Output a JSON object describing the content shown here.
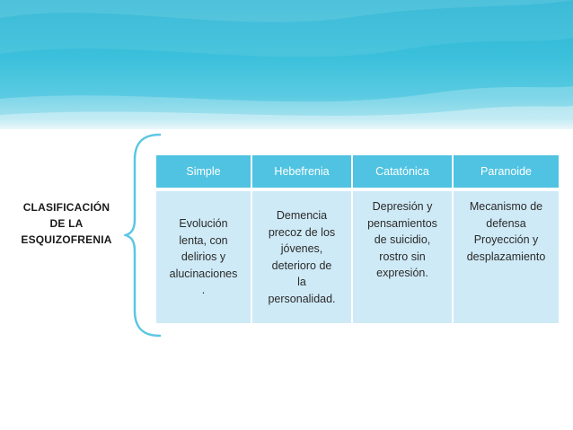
{
  "slide": {
    "title_lines": [
      "CLASIFICACIÓN",
      "DE LA",
      "ESQUIZOFRENIA"
    ]
  },
  "table": {
    "headers": [
      "Simple",
      "Hebefrenia",
      "Catatónica",
      "Paranoide"
    ],
    "cells": [
      "Evolución\nlenta, con\ndelirios y\nalucinaciones\n.",
      "Demencia\nprecoz de los\njóvenes,\ndeterioro de\nla\npersonalidad.",
      "Depresión y\npensamientos\nde suicidio,\nrostro sin\nexpresión.",
      "Mecanismo de\ndefensa\nProyección y\ndesplazamiento"
    ]
  },
  "colors": {
    "header_band": "#2bb5d4",
    "table_header": "#4fc3e1",
    "table_body": "#cfeaf7",
    "brace": "#5bc6e3"
  }
}
